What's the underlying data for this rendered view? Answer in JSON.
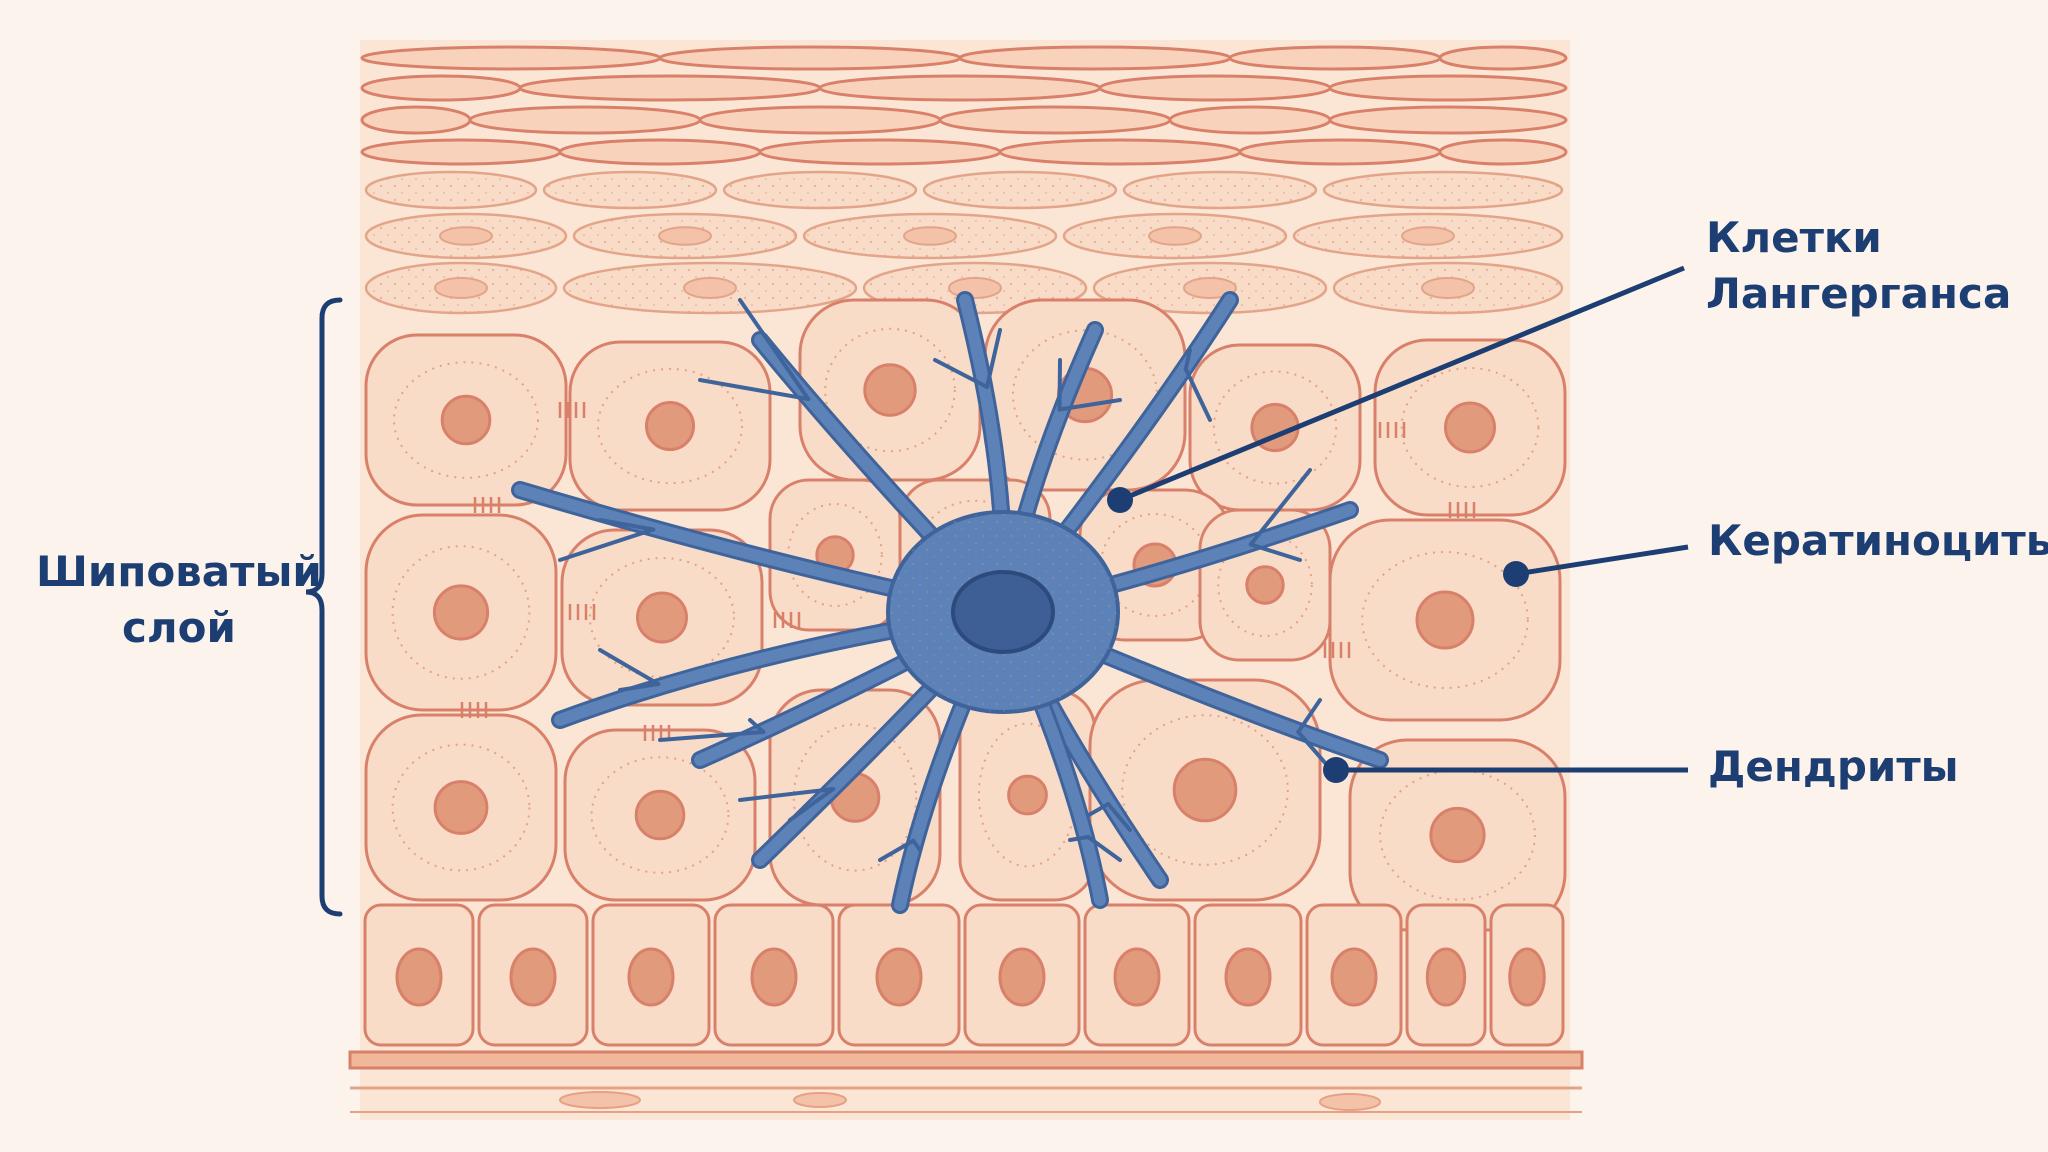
{
  "labels": {
    "layer_line1": "Шиповатый",
    "layer_line2": "слой",
    "langerhans_line1": "Клетки",
    "langerhans_line2": "Лангерганса",
    "keratinocytes": "Кератиноциты",
    "dendrites": "Дендриты"
  },
  "colors": {
    "background": "#fcf3ec",
    "cell_fill": "#f8dcc7",
    "cell_outline": "#d9806a",
    "nucleus": "#e29a7c",
    "langerhans_cell": "#5c82b8",
    "langerhans_nucleus": "#3d5f95",
    "label_text": "#1d3e73"
  }
}
